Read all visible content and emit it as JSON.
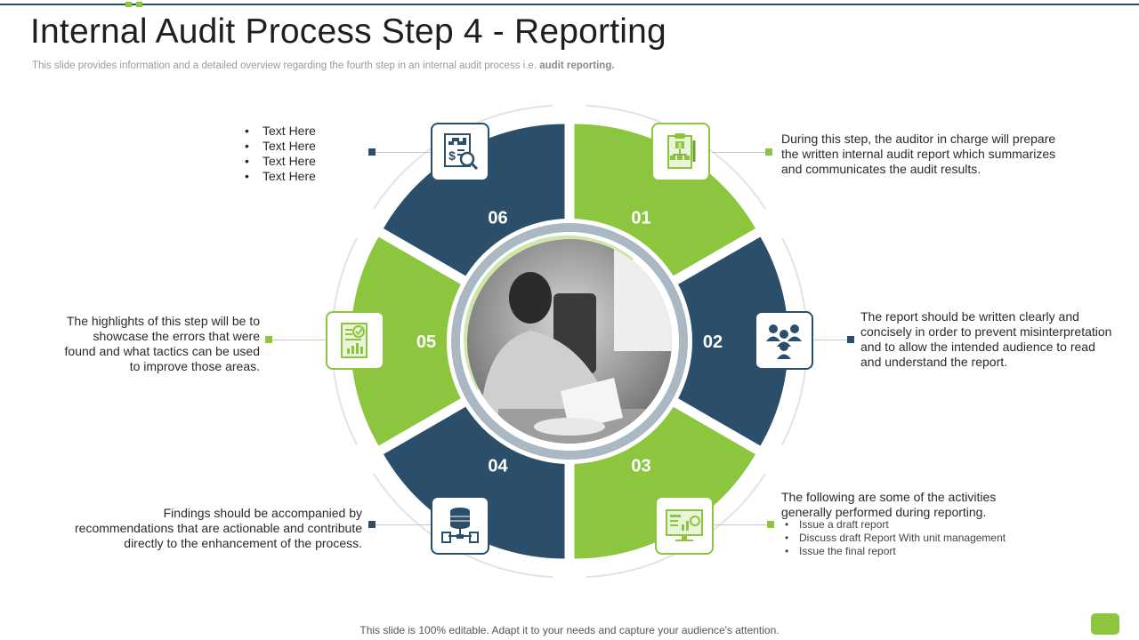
{
  "slide": {
    "title": "Internal Audit Process Step 4 - Reporting",
    "subtitle_prefix": "This slide provides information and a detailed overview regarding the fourth step in an internal audit process i.e. ",
    "subtitle_bold": "audit reporting.",
    "footer": "This slide is 100% editable. Adapt it to your needs and capture your audience's attention."
  },
  "colors": {
    "green": "#8cc63f",
    "navy": "#2b4f6a",
    "light_green": "#cfe6a8",
    "gray_ring": "#a9b8c3"
  },
  "segments": [
    {
      "number": "01",
      "color": "#8cc63f",
      "icon": "audit-report-icon"
    },
    {
      "number": "02",
      "color": "#2b4f6a",
      "icon": "team-icon"
    },
    {
      "number": "03",
      "color": "#8cc63f",
      "icon": "presentation-monitor-icon"
    },
    {
      "number": "04",
      "color": "#2b4f6a",
      "icon": "database-network-icon"
    },
    {
      "number": "05",
      "color": "#8cc63f",
      "icon": "checklist-chart-icon"
    },
    {
      "number": "06",
      "color": "#2b4f6a",
      "icon": "financial-analysis-icon"
    }
  ],
  "texts": {
    "s01": "During this step, the auditor in charge will prepare the written internal audit report which summarizes and communicates the audit results.",
    "s02": "The report should be written clearly and concisely in order to prevent misinterpretation and to allow the intended audience to read and understand the report.",
    "s03_intro": "The following are some of the activities generally performed during reporting.",
    "s03_items": [
      "Issue a draft report",
      "Discuss draft Report With unit management",
      "Issue the final report"
    ],
    "s04": "Findings should be accompanied by recommendations that are actionable and contribute directly to the enhancement of the process.",
    "s05": "The highlights of this step will be to showcase the errors that were found and what tactics can be used to improve those areas.",
    "s06_items": [
      "Text Here",
      "Text Here",
      "Text Here",
      "Text Here"
    ]
  },
  "center_image": "photo-businessman-reading-documents"
}
